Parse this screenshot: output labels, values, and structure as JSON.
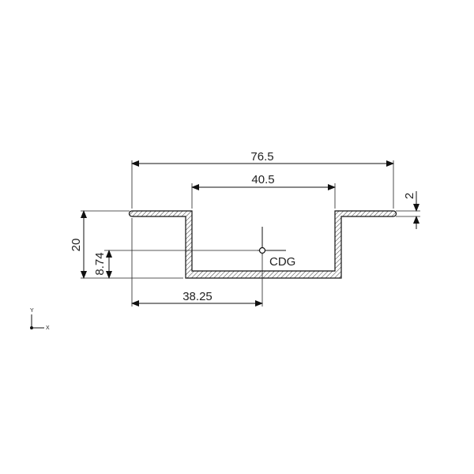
{
  "drawing": {
    "dimensions": {
      "overall_width": "76.5",
      "inner_width": "40.5",
      "thickness": "2",
      "height": "20",
      "centroid_height": "8.74",
      "centroid_offset": "38.25"
    },
    "centroid_label": "CDG",
    "axes": {
      "y_label": "Y",
      "x_label": "X"
    },
    "colors": {
      "line": "#111111",
      "hatch": "#444444",
      "background": "#ffffff"
    }
  }
}
